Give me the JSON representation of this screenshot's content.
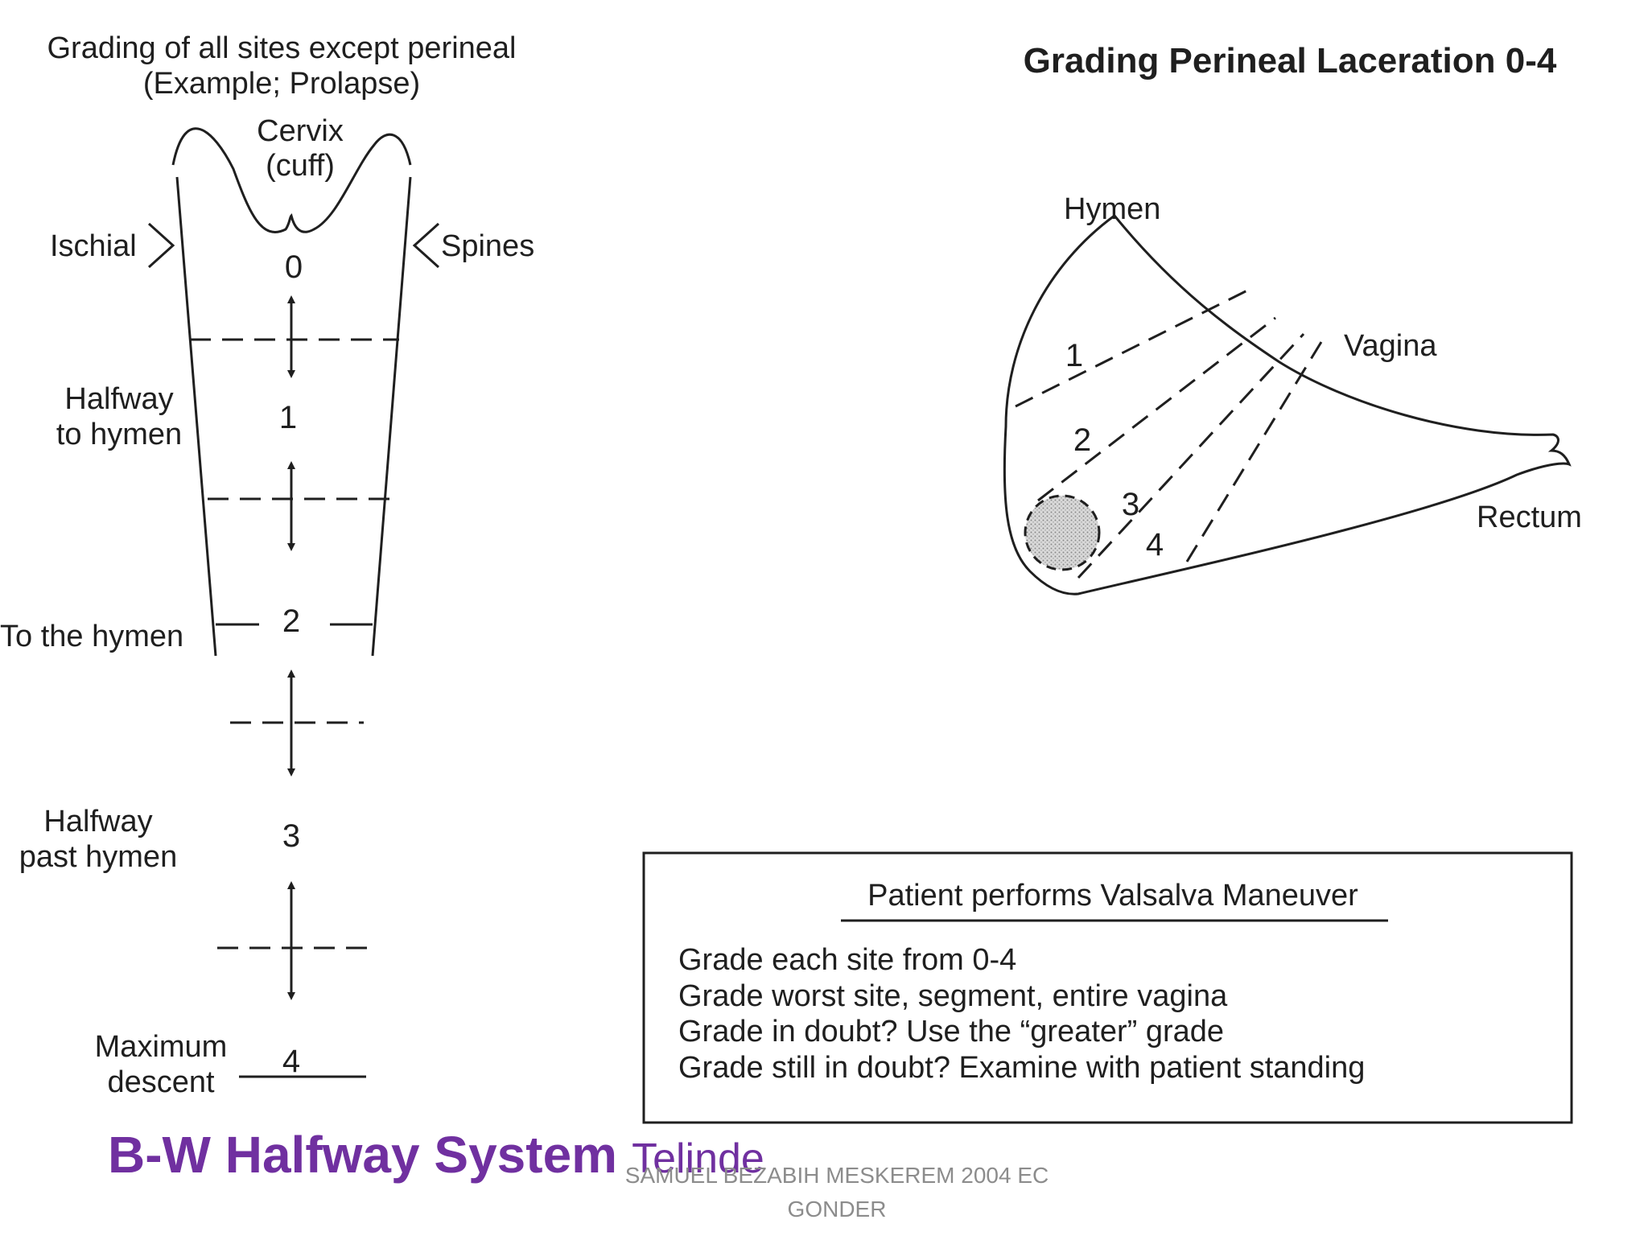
{
  "left_diagram": {
    "title_line1": "Grading of all sites except perineal",
    "title_line2": "(Example; Prolapse)",
    "cervix_line1": "Cervix",
    "cervix_line2": "(cuff)",
    "ischial": "Ischial",
    "spines": "Spines",
    "halfway_line1": "Halfway",
    "halfway_line2": "to hymen",
    "to_hymen": "To the hymen",
    "past_line1": "Halfway",
    "past_line2": "past hymen",
    "max_line1": "Maximum",
    "max_line2": "descent",
    "grades": [
      "0",
      "1",
      "2",
      "3",
      "4"
    ]
  },
  "right_diagram": {
    "title": "Grading Perineal Laceration 0-4",
    "hymen": "Hymen",
    "vagina": "Vagina",
    "rectum": "Rectum",
    "grades": [
      "1",
      "2",
      "3",
      "4"
    ]
  },
  "valsalva_box": {
    "title": "Patient performs Valsalva Maneuver",
    "lines": [
      "Grade each site from 0-4",
      "Grade worst site, segment, entire vagina",
      "Grade in doubt? Use the “greater” grade",
      "Grade still in doubt? Examine with patient standing"
    ]
  },
  "footer": {
    "title": "B-W Halfway System",
    "subtitle": "Telinde",
    "credit_line1": "SAMUEL BEZABIH MESKEREM 2004 EC",
    "credit_line2": "GONDER"
  },
  "colors": {
    "footer_title": "#7030a0",
    "credit": "#8c8c8c",
    "line": "#1f1f1f"
  }
}
